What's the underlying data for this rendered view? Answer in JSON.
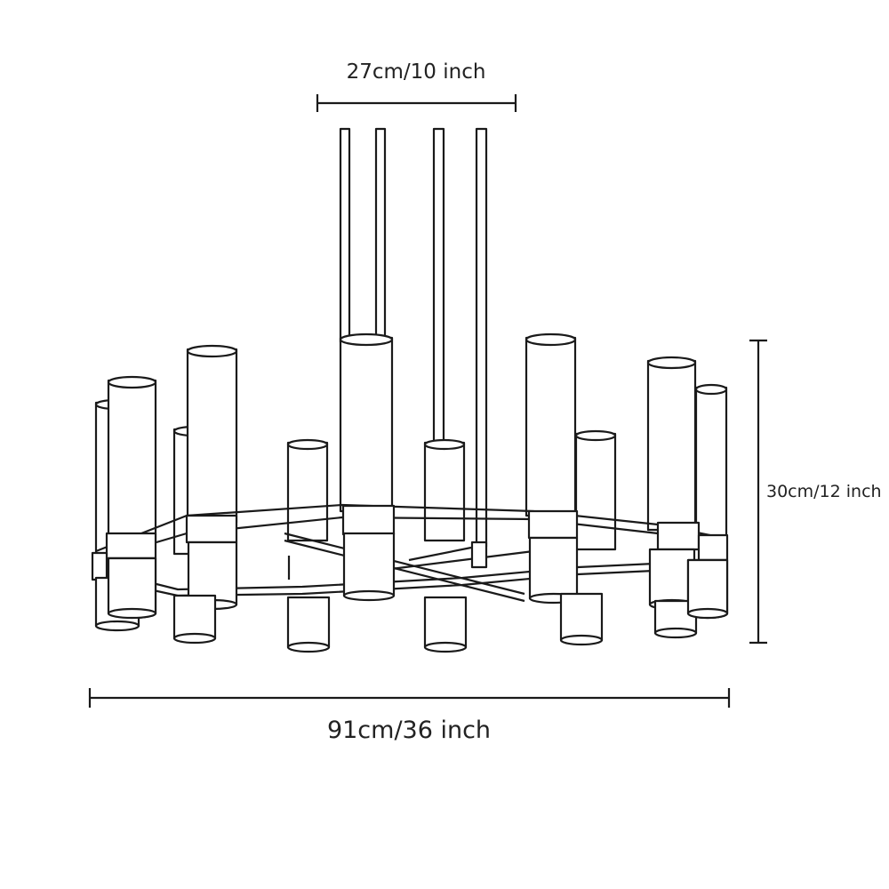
{
  "dimensions": {
    "top_width": "27cm/10 inch",
    "height": "30cm/12 inch",
    "overall_width": "91cm/36 inch"
  },
  "colors": {
    "line": "#1a1a1a",
    "background": "#ffffff"
  }
}
